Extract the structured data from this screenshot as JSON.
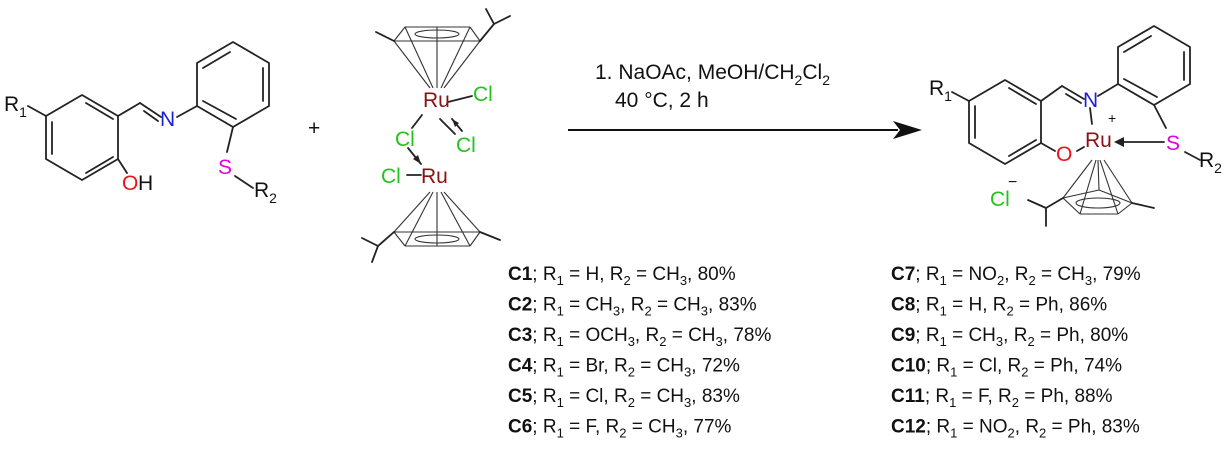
{
  "reactant_ligand": {
    "r1": "R",
    "r1_sub": "1",
    "n": "N",
    "oh_o": "O",
    "oh_h": "H",
    "s": "S",
    "r2": "R",
    "r2_sub": "2"
  },
  "plus": "+",
  "dimer": {
    "ru_top": "Ru",
    "ru_bottom": "Ru",
    "cl_top_right": "Cl",
    "cl_bridge_left": "Cl",
    "cl_bridge_right": "Cl",
    "cl_bottom_left": "Cl"
  },
  "conditions": {
    "line1_prefix": "1. NaOAc, MeOH/CH",
    "line1_sub1": "2",
    "line1_mid": "Cl",
    "line1_sub2": "2",
    "line2": "40 °C, 2 h"
  },
  "product": {
    "r1": "R",
    "r1_sub": "1",
    "n": "N",
    "o": "O",
    "ru": "Ru",
    "plus": "+",
    "s": "S",
    "r2": "R",
    "r2_sub": "2",
    "cl": "Cl",
    "minus": "−"
  },
  "compounds_left": [
    {
      "id": "C1",
      "r1": "H",
      "r1_sub": "",
      "r2": "CH",
      "r2_sub": "3",
      "yield": "80%"
    },
    {
      "id": "C2",
      "r1": "CH",
      "r1_sub": "3",
      "r2": "CH",
      "r2_sub": "3",
      "yield": "83%"
    },
    {
      "id": "C3",
      "r1": "OCH",
      "r1_sub": "3",
      "r2": "CH",
      "r2_sub": "3",
      "yield": "78%"
    },
    {
      "id": "C4",
      "r1": "Br",
      "r1_sub": "",
      "r2": "CH",
      "r2_sub": "3",
      "yield": "72%"
    },
    {
      "id": "C5",
      "r1": "Cl",
      "r1_sub": "",
      "r2": "CH",
      "r2_sub": "3",
      "yield": "83%"
    },
    {
      "id": "C6",
      "r1": "F",
      "r1_sub": "",
      "r2": "CH",
      "r2_sub": "3",
      "yield": "77%"
    }
  ],
  "compounds_right": [
    {
      "id": "C7",
      "r1": "NO",
      "r1_sub": "2",
      "r2": "CH",
      "r2_sub": "3",
      "yield": "79%"
    },
    {
      "id": "C8",
      "r1": "H",
      "r1_sub": "",
      "r2": "Ph",
      "r2_sub": "",
      "yield": "86%"
    },
    {
      "id": "C9",
      "r1": "CH",
      "r1_sub": "3",
      "r2": "Ph",
      "r2_sub": "",
      "yield": "80%"
    },
    {
      "id": "C10",
      "r1": "Cl",
      "r1_sub": "",
      "r2": "Ph",
      "r2_sub": "",
      "yield": "74%"
    },
    {
      "id": "C11",
      "r1": "F",
      "r1_sub": "",
      "r2": "Ph",
      "r2_sub": "",
      "yield": "88%"
    },
    {
      "id": "C12",
      "r1": "NO",
      "r1_sub": "2",
      "r2": "Ph",
      "r2_sub": "",
      "yield": "83%"
    }
  ],
  "row_text": {
    "sep": "; ",
    "r1_label": "R",
    "r2_label": "R",
    "sub1": "1",
    "sub2": "2",
    "eq": " = ",
    "comma": ", "
  },
  "colors": {
    "bond": "#222222",
    "N": "#1f1fd6",
    "O": "#e8141a",
    "S": "#e000e0",
    "Cl": "#22c41c",
    "Ru": "#8b1212",
    "text": "#111111"
  }
}
